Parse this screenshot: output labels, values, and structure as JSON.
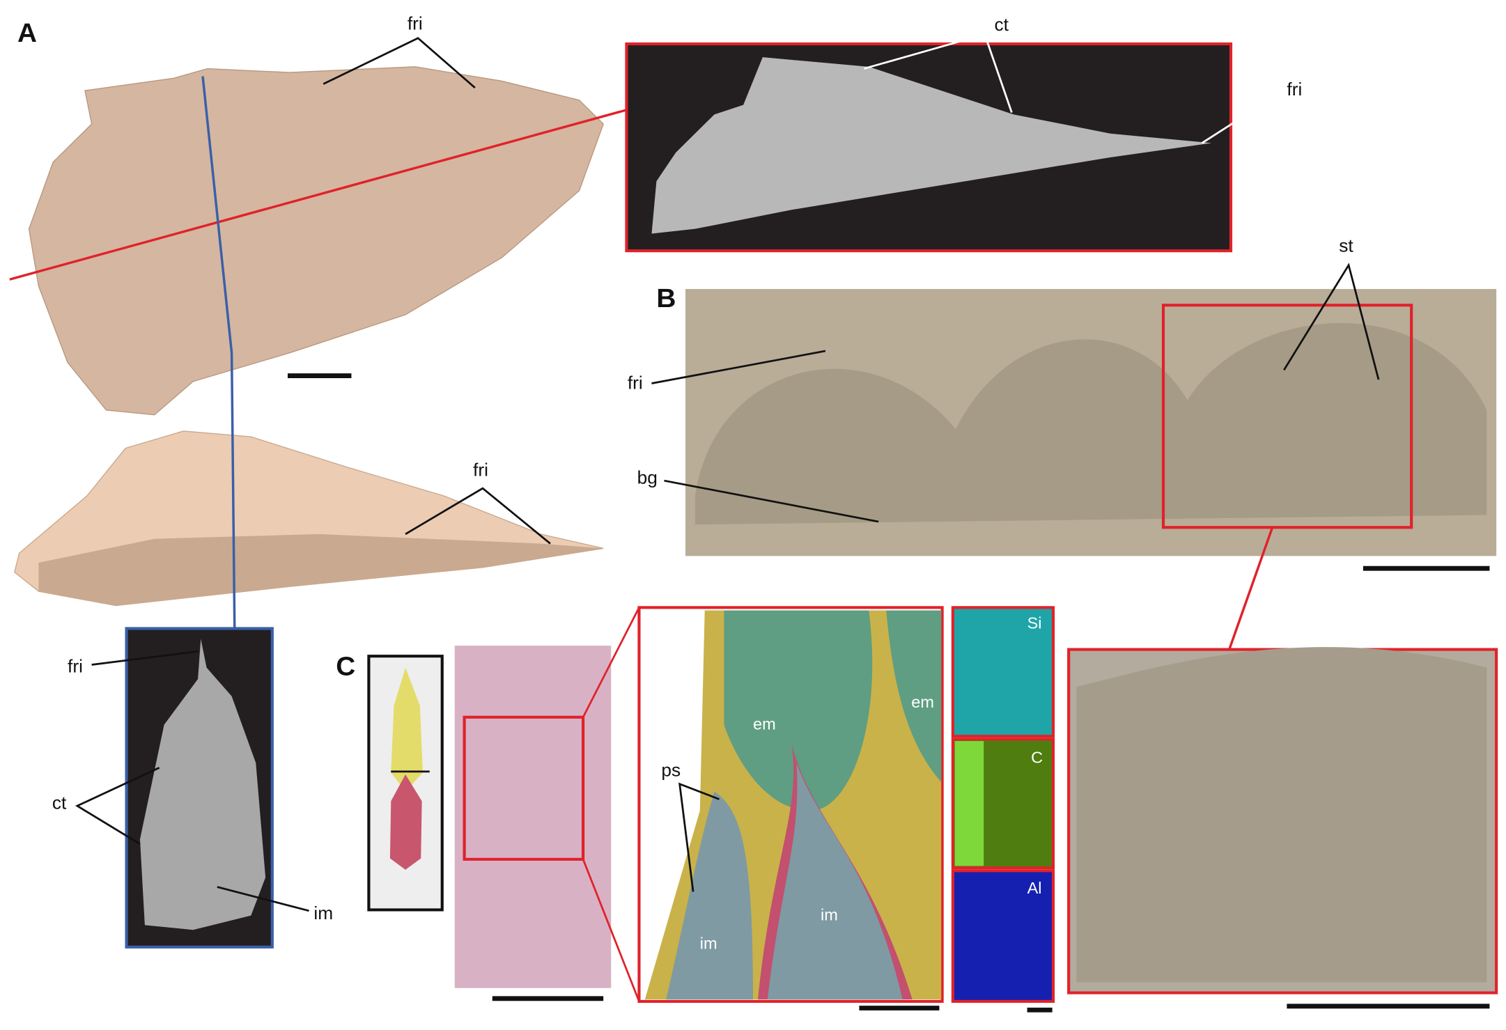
{
  "panels": {
    "A": {
      "letter": "A",
      "labels": {
        "fri_top": "fri",
        "ct_ct": "ct",
        "fri_ct": "fri",
        "fri_side": "fri",
        "fri_cross": "fri",
        "ct_cross": "ct",
        "im_cross": "im"
      }
    },
    "B": {
      "letter": "B",
      "labels": {
        "fri": "fri",
        "bg": "bg",
        "st": "st"
      }
    },
    "C": {
      "letter": "C",
      "labels": {
        "ps": "ps",
        "em1": "em",
        "em2": "em",
        "im1": "im",
        "im2": "im"
      },
      "maps": {
        "si": "Si",
        "c": "C",
        "al": "Al"
      }
    }
  },
  "colors": {
    "red_frame": "#e0222a",
    "blue_frame": "#3a5fa8",
    "stone": "#d8b8a0",
    "em": "#5f9e82",
    "im": "#7f9aa3",
    "ps_yellow": "#c9b24a",
    "pink": "#c2506e"
  }
}
